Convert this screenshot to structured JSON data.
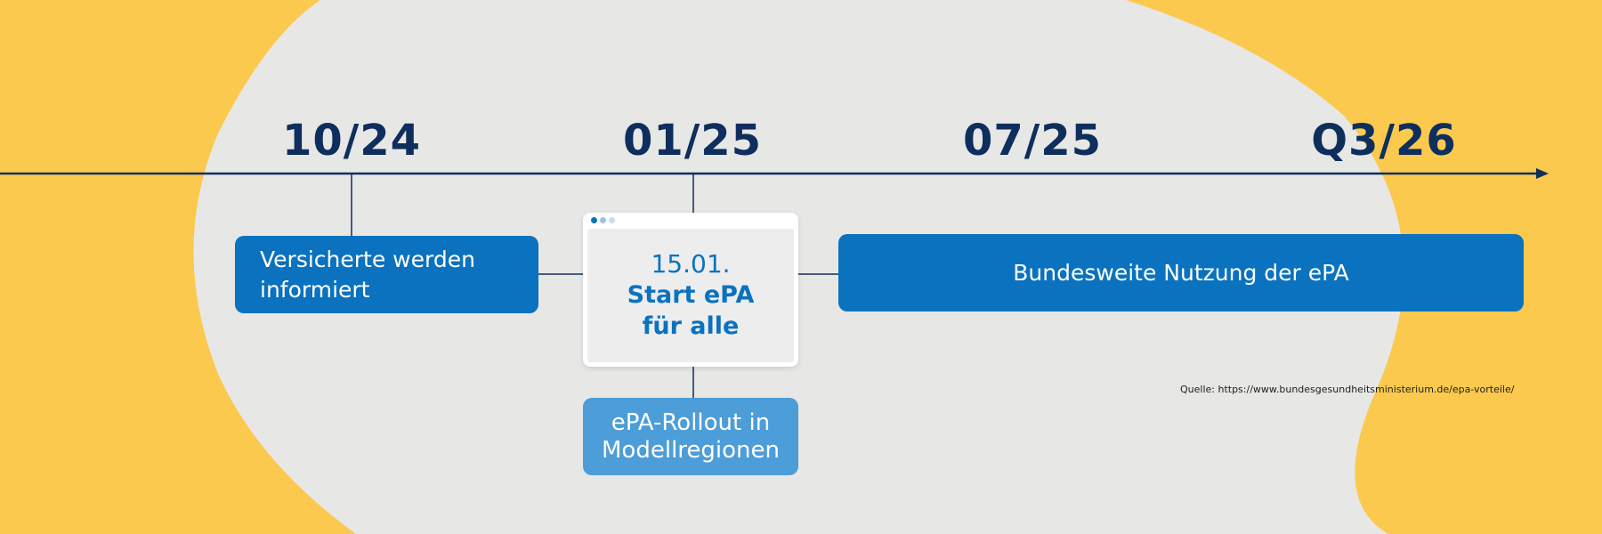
{
  "timeline": {
    "dates": [
      "10/24",
      "01/25",
      "07/25",
      "Q3/26"
    ],
    "colors": {
      "background": "#FBC94E",
      "blob": "#E7E7E6",
      "axis": "#0E2E5D",
      "box_primary": "#0A72BE",
      "box_secondary": "#4C9DD8",
      "window_dot_dark": "#0A72BE",
      "window_dot_light": "#B5CDE6"
    }
  },
  "events": {
    "informed": {
      "line1": "Versicherte werden",
      "line2": "informiert"
    },
    "start": {
      "date": "15.01.",
      "title": "Start ePA\nfür alle"
    },
    "rollout": {
      "line1": "ePA-Rollout in",
      "line2": "Modellregionen"
    },
    "nationwide": {
      "label": "Bundesweite Nutzung der ePA"
    }
  },
  "source": {
    "text": "Quelle: https://www.bundesgesundheitsministerium.de/epa-vorteile/"
  }
}
